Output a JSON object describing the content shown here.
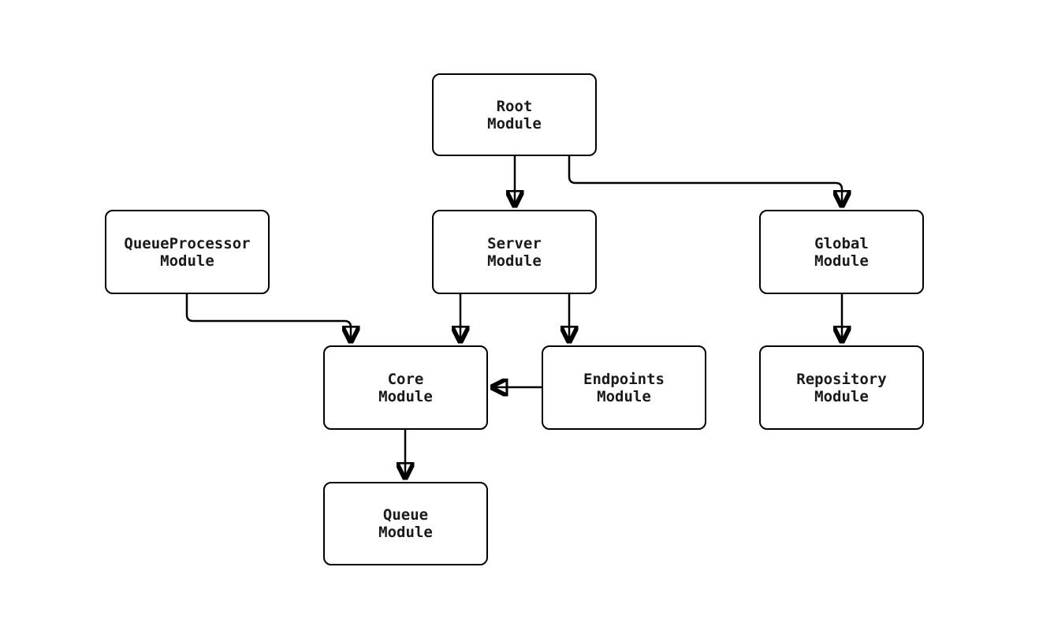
{
  "diagram": {
    "type": "module-dependency-flowchart",
    "background_color": "#ffffff",
    "line_color": "#000000",
    "node_fill_color": "#ffffff",
    "node_border_color": "#000000",
    "nodes": [
      {
        "id": "RootModule",
        "line1": "Root",
        "line2": "Module"
      },
      {
        "id": "QueueProcessorModule",
        "line1": "QueueProcessor",
        "line2": "Module"
      },
      {
        "id": "ServerModule",
        "line1": "Server",
        "line2": "Module"
      },
      {
        "id": "GlobalModule",
        "line1": "Global",
        "line2": "Module"
      },
      {
        "id": "CoreModule",
        "line1": "Core",
        "line2": "Module"
      },
      {
        "id": "EndpointsModule",
        "line1": "Endpoints",
        "line2": "Module"
      },
      {
        "id": "RepositoryModule",
        "line1": "Repository",
        "line2": "Module"
      },
      {
        "id": "QueueModule",
        "line1": "Queue",
        "line2": "Module"
      }
    ],
    "edges": [
      {
        "from": "RootModule",
        "to": "ServerModule"
      },
      {
        "from": "RootModule",
        "to": "GlobalModule"
      },
      {
        "from": "QueueProcessorModule",
        "to": "CoreModule"
      },
      {
        "from": "ServerModule",
        "to": "CoreModule"
      },
      {
        "from": "ServerModule",
        "to": "EndpointsModule"
      },
      {
        "from": "EndpointsModule",
        "to": "CoreModule"
      },
      {
        "from": "GlobalModule",
        "to": "RepositoryModule"
      },
      {
        "from": "CoreModule",
        "to": "QueueModule"
      }
    ]
  }
}
